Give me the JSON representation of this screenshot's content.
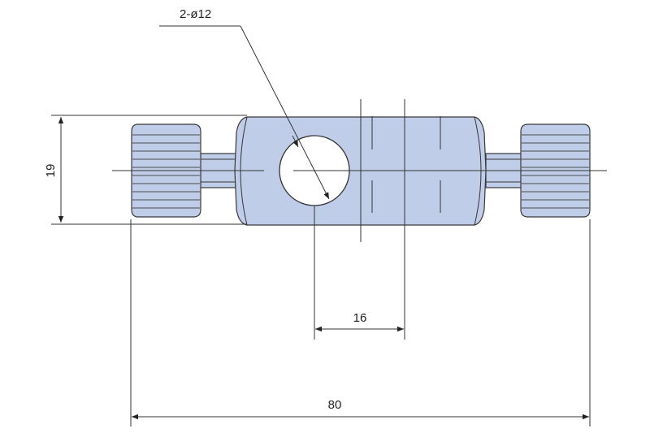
{
  "drawing": {
    "part_color": "#bfcde8",
    "line_color": "#333333",
    "background": "#ffffff"
  },
  "labels": {
    "hole_callout": "2-ø12",
    "height_dim": "19",
    "hole_spacing_dim": "16",
    "overall_length_dim": "80"
  }
}
